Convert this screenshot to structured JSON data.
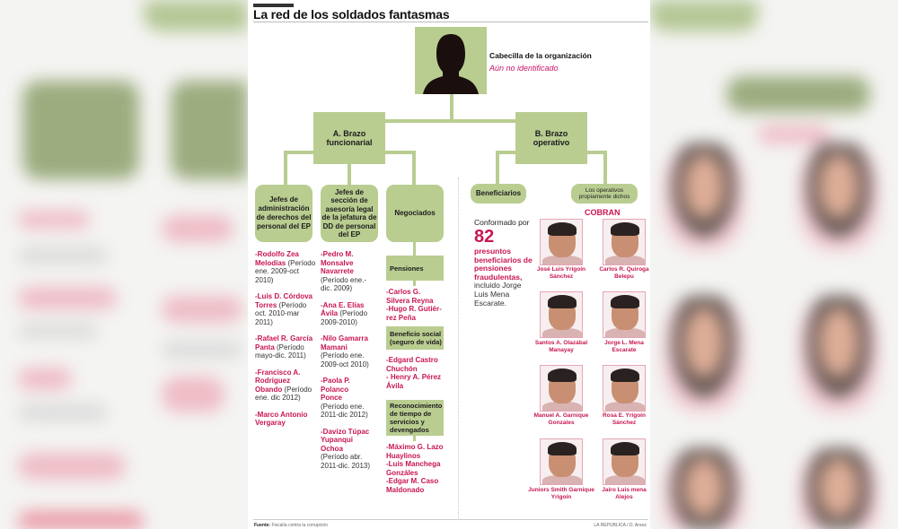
{
  "title": "La red de los soldados fantasmas",
  "leader": {
    "label": "Cabecilla de la organización",
    "status": "Aún no identificado"
  },
  "branches": {
    "a": "A. Brazo funcionarial",
    "b": "B. Brazo operativo"
  },
  "a_children": {
    "jefes_admin": "Jefes de administración de derechos del personal del EP",
    "jefes_seccion": "Jefes de sección de asesoría legal de la jefatura de DD de personal del EP",
    "negociados": "Negociados"
  },
  "b_children": {
    "beneficiarios": "Beneficiarios",
    "operativos": "Los operativos propiamente dichos"
  },
  "col1": [
    {
      "name": "-Rodolfo Zea Melodías",
      "period": " (Período ene. 2009-oct 2010)"
    },
    {
      "name": "-Luis D. Córdova Torres",
      "period": " (Período oct. 2010-mar 2011)"
    },
    {
      "name": "-Rafael R. García Panta",
      "period": " (Período mayo-dic. 2011)"
    },
    {
      "name": "-Francisco A. Rodríguez Obando",
      "period": " (Período ene. dic 2012)"
    },
    {
      "name": "-Marco Antonio Vergaray",
      "period": ""
    }
  ],
  "col2": [
    {
      "name": "-Pedro M. Monsalve Navarrete",
      "period": " (Período ene.-dic. 2009)"
    },
    {
      "name": "-Ana E. Elías Ávila",
      "period": " (Período 2009-2010)"
    },
    {
      "name": "-Nilo Gamarra Mamani",
      "period": " (Período ene. 2009-oct 2010)"
    },
    {
      "name": "-Paola P. Polanco Ponce",
      "period": " (Período ene. 2011-dic 2012)"
    },
    {
      "name": "-Davizo Túpac Yupanqui Ochoa",
      "period": " (Período abr. 2011-dic. 2013)"
    }
  ],
  "negociados": {
    "pensiones": {
      "label": "Pensiones",
      "names": [
        "-Carlos G. Silvera Reyna",
        "-Hugo R. Gutiér-rez Peña"
      ]
    },
    "beneficio": {
      "label": "Beneficio social (seguro de vida)",
      "names": [
        "-Edgard Castro Chuchón",
        "- Henry A. Pérez Ávila"
      ]
    },
    "reconocimiento": {
      "label": "Reconocimiento de tiempo de servicios y devengados",
      "names": [
        "-Máximo G. Lazo Huaylinos",
        "-Luis Manchega Gonzáles",
        "-Edgar M. Caso Maldonado"
      ]
    }
  },
  "beneficiarios": {
    "conformado": "Conformado por",
    "count": "82",
    "highlight": "presuntos beneficiarios de pensiones fraudulentas,",
    "rest": "incluido Jorge Luis Mena Escarate."
  },
  "cobran": {
    "label": "COBRAN",
    "people": [
      "José Luis Yrigoín Sánchez",
      "Carlos R. Quiroga Belepu",
      "Santos A. Olazábal Manayay",
      "Jorge L. Mena Escarate",
      "Manuel A. Garnique Gonzales",
      "Rosa E. Yrigoín Sánchez",
      "Juniors Smith Garnique Yrigoín",
      "Jairo Luis mena Alejos"
    ]
  },
  "footer": {
    "source_label": "Fuente:",
    "source": " Fiscalía contra la corrupción",
    "credit": "LA REPUBLICA / D. Araoz"
  },
  "colors": {
    "box_green": "#b9cd91",
    "accent_red": "#c81650"
  }
}
